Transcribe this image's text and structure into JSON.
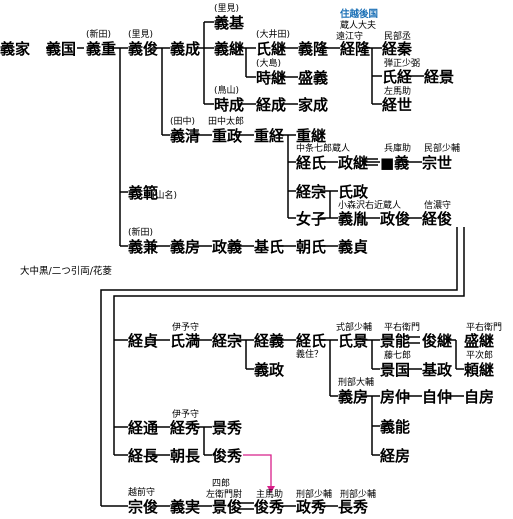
{
  "names": {
    "yoshiie": "義家",
    "yoshikuni": "義国",
    "yoshishige": "義重",
    "yoshitoshi": "義俊",
    "yoshinari": "義成",
    "yoshimoto": "義基",
    "yoshitsugu": "義継",
    "ujitsugu": "氏継",
    "yoshitaka": "義隆",
    "tsunetaka": "経隆",
    "tsunemoto": "経秦",
    "ujitsune_a": "氏経",
    "tsunekage": "経景",
    "tsuneyo": "経世",
    "tokitsugu": "時継",
    "morinari": "盛義",
    "tokinari": "時成",
    "tsunenari": "経成",
    "ienari": "家成",
    "yoshikiyo": "義清",
    "shigemasa": "重政",
    "shigetsune": "重経",
    "shigetsugu": "重継",
    "tsuneuji": "経氏",
    "masayoshi": "政継",
    "block_yoshi": "■義",
    "muneyo": "宗世",
    "tsunemune": "経宗",
    "ujimasa": "氏政",
    "onna": "女子",
    "yoshiko": "義胤",
    "masatoshi": "政俊",
    "tsunetoshi": "経俊",
    "yoshinori": "義範",
    "yoshikane": "義兼",
    "yoshifusa": "義房",
    "masayoshi2": "政義",
    "motouji": "基氏",
    "tomouji": "朝氏",
    "yoshisada": "義貞",
    "tsunesada": "経貞",
    "ujimitsu": "氏満",
    "tsunemune2": "経宗",
    "tsuneyoshi": "経義",
    "tsuneuji2": "経氏",
    "ujikage": "氏景",
    "kagenori": "景能",
    "toshitsugu": "俊継",
    "moritsugu": "盛継",
    "noritsugu": "頼継",
    "kagesada": "景国",
    "motomasa": "基政",
    "yoshimasa": "義政",
    "yoshifusa2": "義房",
    "fusanaka": "房仲",
    "jichu": "自仲",
    "jibo": "自房",
    "yoshino": "義能",
    "tsunefusa": "経房",
    "tsunemichi": "経通",
    "tsunehide": "経秀",
    "kagehide": "景秀",
    "tsunenaga": "経長",
    "tomonaga": "朝長",
    "toshihide": "俊秀",
    "munetoshi": "宗俊",
    "yoshizane": "義実",
    "kagetoshi": "景俊",
    "toshihide2": "俊秀",
    "masahide": "政秀",
    "nagahide": "長秀"
  },
  "notes": {
    "satomi1": "(里見)",
    "nitta1": "(新田)",
    "satomi2": "(里見)",
    "oida": "(大井田)",
    "oshima": "(大島)",
    "toriyama": "(鳥山)",
    "tanaka": "(田中)",
    "tanaka_taro": "田中太郎",
    "tootomi": "遠江守",
    "minbu": "民部丞",
    "gyobu_sho": "弾正少弼",
    "sama": "左馬助",
    "nakajo": "中条七郎蔵人",
    "hyogo": "兵庫助",
    "minbu_shoyu": "民部少輔",
    "komori": "小森沢右近蔵人",
    "shinano": "信濃守",
    "yamana": "(山名)",
    "nitta2": "(新田)",
    "iyo": "伊予守",
    "shikibu": "式部少輔",
    "hei_emon1": "平右衛門",
    "hei_emon2": "平右衛門",
    "yoshizumi": "義住？",
    "fujishichi": "藤七郎",
    "heiji": "平次郎",
    "gyobu_taifu": "刑部大輔",
    "iyo2": "伊予守",
    "echizen": "越前守",
    "shiro": "四郎",
    "sae": "左衛門尉",
    "shume": "主馬助",
    "gyobu1": "刑部少輔",
    "gyobu2": "刑部少輔",
    "echigo_kokushi": "住越後国",
    "kurodo": "蔵人大夫"
  },
  "caption": "大中黒/二つ引両/花菱"
}
